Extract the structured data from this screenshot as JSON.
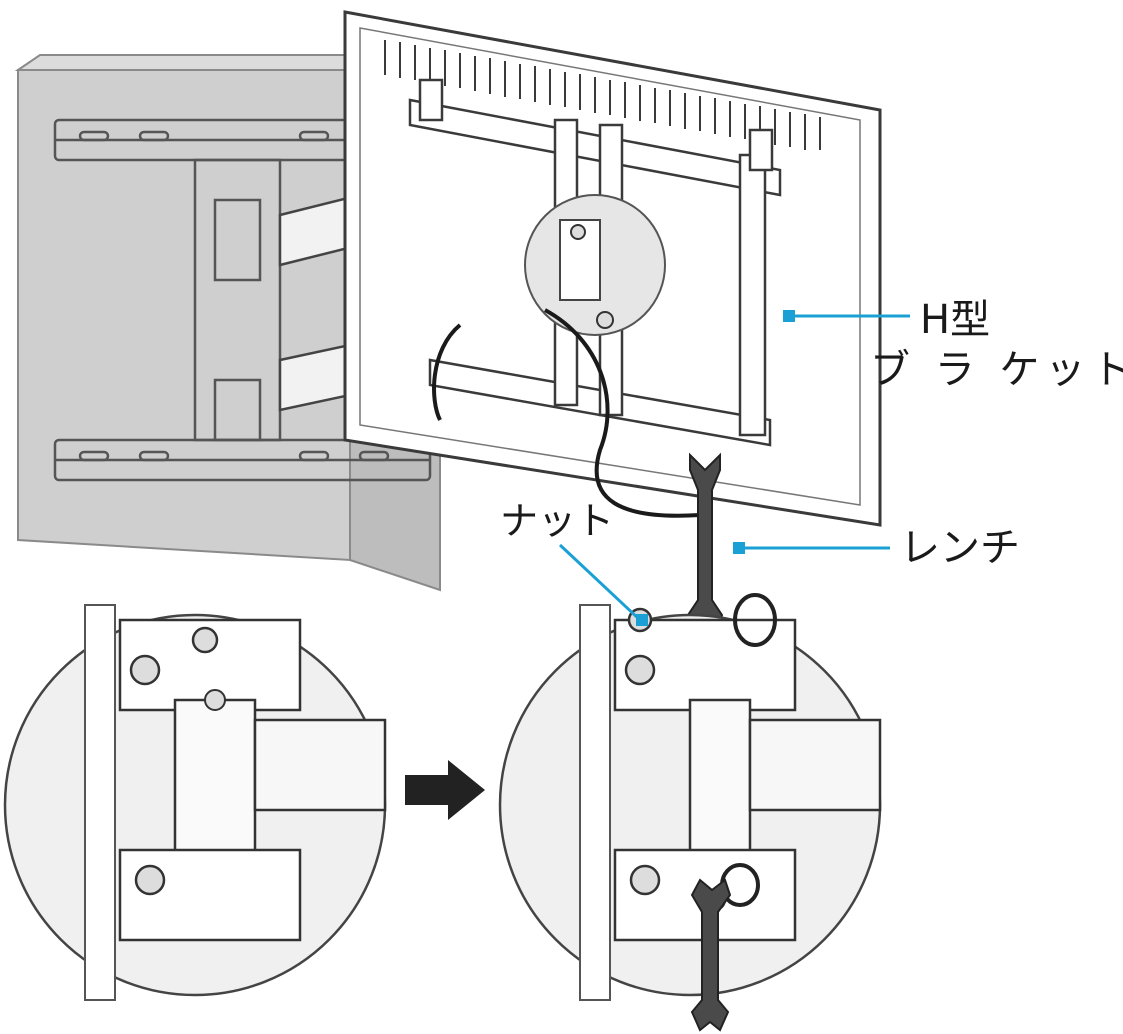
{
  "labels": {
    "bracket_line1": "H型",
    "bracket_line2": "ブ ラ ケット",
    "nut": "ナット",
    "wrench": "レンチ"
  },
  "colors": {
    "leader": "#1aa0d4",
    "wall": "#cfcfcf",
    "stroke": "#3a3a3a"
  }
}
